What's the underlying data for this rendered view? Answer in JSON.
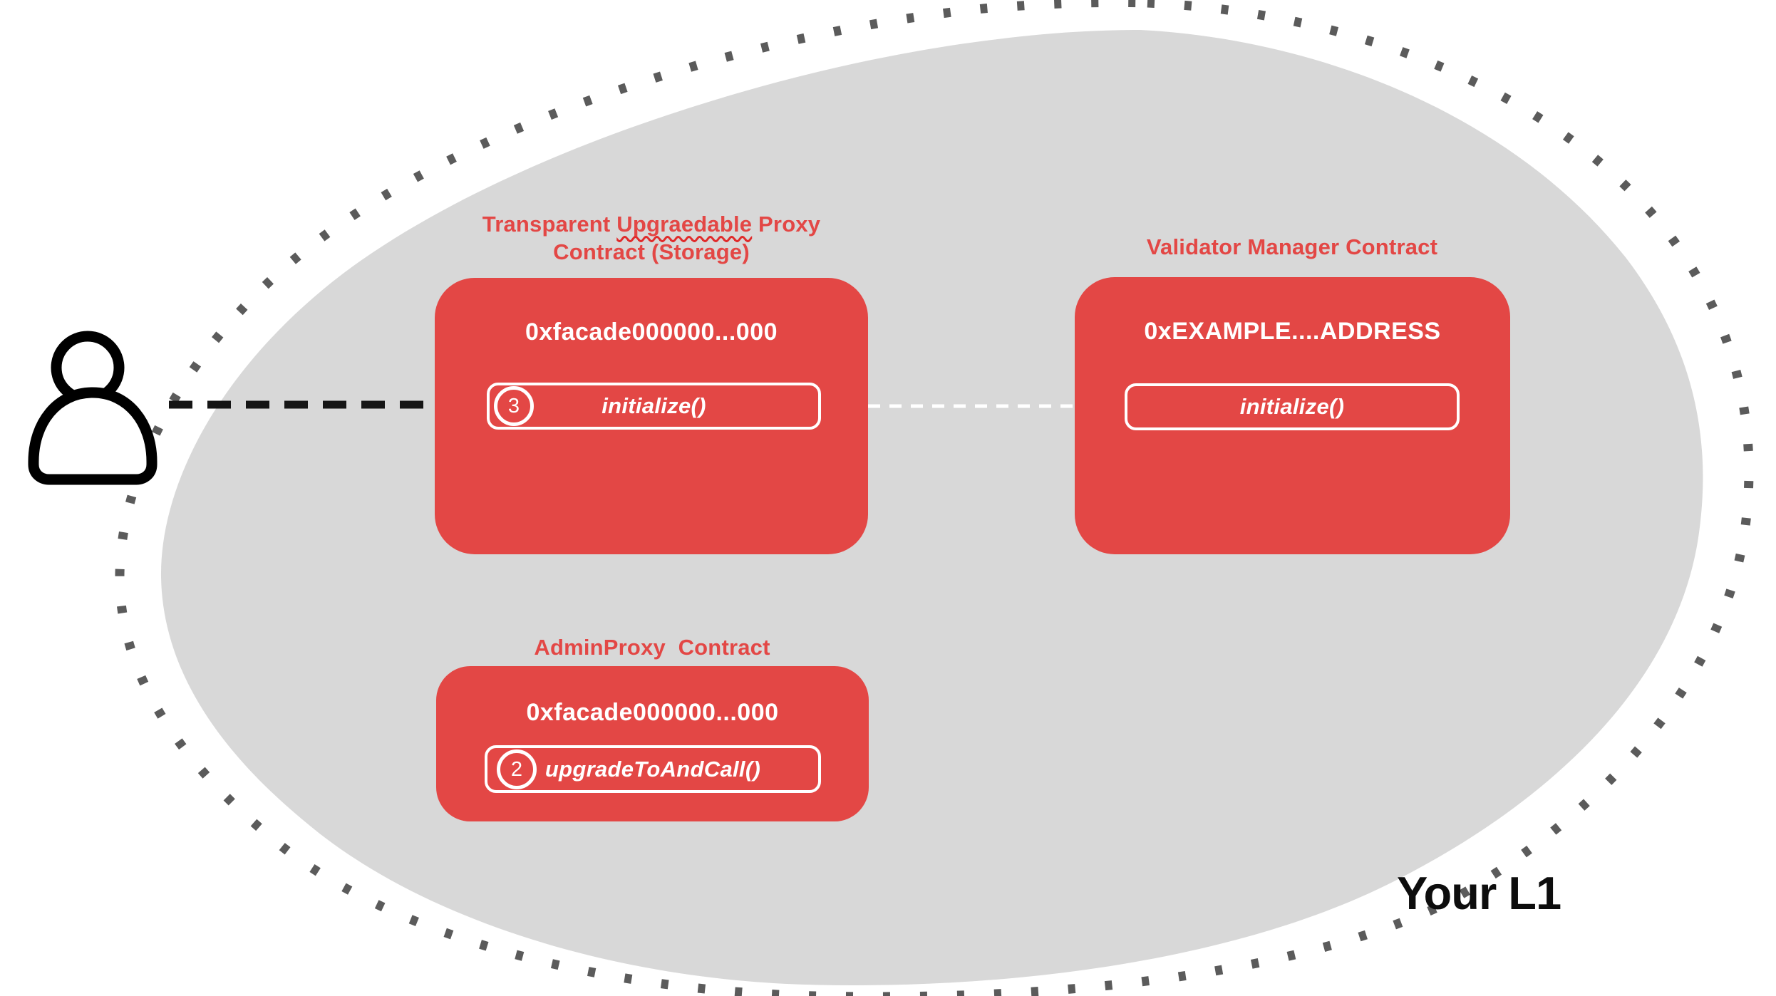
{
  "colors": {
    "card_red": "#e34745",
    "title_red": "#e34745",
    "blob_gray": "#d8d8d8",
    "dotted_border_gray": "#5b5b5b",
    "arrow_black": "#151515",
    "arrow_white": "#ffffff",
    "region_label_black": "#0d0d0d",
    "squiggle_red": "#e02b2b"
  },
  "icons": {
    "user": "user-icon",
    "black_dashed_arrow": "user-to-proxy-dashed-arrow",
    "white_dashed_arrow": "proxy-to-validator-dashed-arrow"
  },
  "cards": {
    "proxy": {
      "title_pre": "Transparent ",
      "title_misspelled": "Upgraedable",
      "title_post": " Proxy",
      "title_line2": "Contract (Storage)",
      "address": "0xfacade000000...000",
      "step": "3",
      "fn": "initialize()"
    },
    "validator": {
      "title": "Validator Manager Contract",
      "address": "0xEXAMPLE....ADDRESS",
      "fn": "initialize()"
    },
    "admin": {
      "title": "AdminProxy  Contract",
      "address": "0xfacade000000...000",
      "step": "2",
      "fn": "upgradeToAndCall()"
    }
  },
  "region": {
    "label": "Your L1"
  }
}
